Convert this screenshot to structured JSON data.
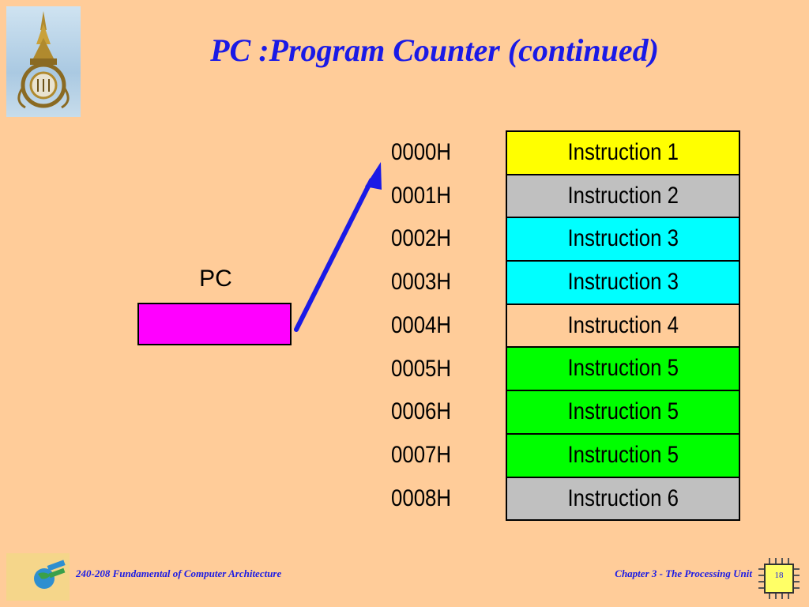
{
  "slide": {
    "title": "PC :Program Counter (continued)",
    "pc_label": "PC"
  },
  "memory": {
    "rows": [
      {
        "address": "0000H",
        "instruction": "Instruction 1",
        "color": "#FFFF00"
      },
      {
        "address": "0001H",
        "instruction": "Instruction 2",
        "color": "#C0C0C0"
      },
      {
        "address": "0002H",
        "instruction": "Instruction 3",
        "color": "#00FFFF"
      },
      {
        "address": "0003H",
        "instruction": "Instruction 3",
        "color": "#00FFFF"
      },
      {
        "address": "0004H",
        "instruction": "Instruction 4",
        "color": "#FFCC99"
      },
      {
        "address": "0005H",
        "instruction": "Instruction 5",
        "color": "#00FF00"
      },
      {
        "address": "0006H",
        "instruction": "Instruction 5",
        "color": "#00FF00"
      },
      {
        "address": "0007H",
        "instruction": "Instruction 5",
        "color": "#00FF00"
      },
      {
        "address": "0008H",
        "instruction": "Instruction 6",
        "color": "#C0C0C0"
      }
    ]
  },
  "footer": {
    "course": "240-208 Fundamental of Computer Architecture",
    "chapter": "Chapter 3 - The Processing Unit",
    "page_number": "18"
  },
  "colors": {
    "background": "#FFCC99",
    "title": "#1A1AE6",
    "pc_register": "#FF00FF",
    "arrow": "#1A1AE6"
  },
  "icons": {
    "top_logo": "university-emblem-icon",
    "footer_logo": "department-logo-icon",
    "page_badge": "chip-icon",
    "pointer": "arrow-icon"
  }
}
